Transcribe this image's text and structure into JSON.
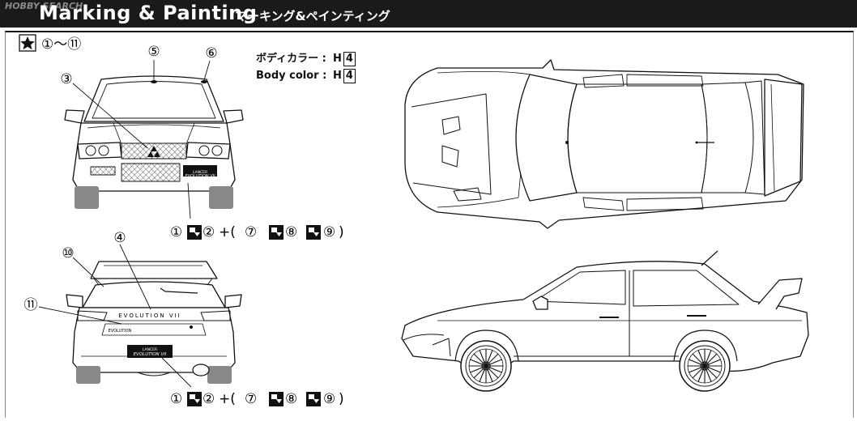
{
  "header": {
    "watermark": "HOBBY SEARCH",
    "title": "Marking & Painting",
    "subtitle": "マーキング&ペインティング"
  },
  "legend": {
    "star_icon": "star-icon",
    "range": "①〜⑪"
  },
  "body_color": {
    "ja_label": "ボディカラー :",
    "en_label": "Body color :",
    "code_letter": "H",
    "code_number": "4"
  },
  "callouts_front": [
    "⑤",
    "⑥",
    "③"
  ],
  "callouts_rear": [
    "④",
    "⑩",
    "⑪"
  ],
  "decal_sequence": {
    "first": "①",
    "second": "②",
    "plus": "+(",
    "third": "⑦",
    "fourth": "⑧",
    "fifth": "⑨",
    "close": ")"
  },
  "plates": {
    "front_line1": "LANCER",
    "front_line2": "EVOLUTION VII",
    "rear_line1": "LANCER",
    "rear_line2": "EVOLUTION VII",
    "trunk_badge": "EVOLUTION VII",
    "rear_small": "EVOLUTION"
  },
  "colors": {
    "ink": "#111111",
    "header_bg": "#1a1a1a"
  }
}
